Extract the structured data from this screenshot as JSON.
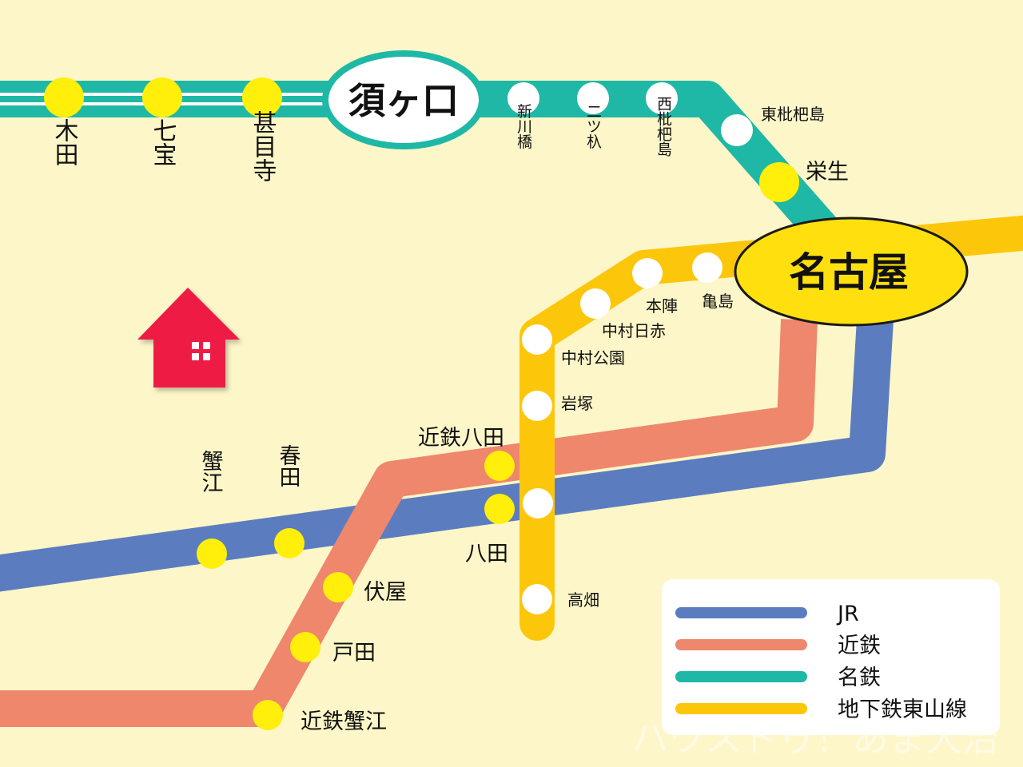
{
  "colors": {
    "background": "#fdf6c8",
    "jr": "#5b7dc0",
    "kintetsu": "#ee876c",
    "meitetsu": "#1fb8a6",
    "higashiyama": "#fcc70b",
    "station_transfer": "#ffef0a",
    "station_plain": "#ffffff",
    "house": "#ee1f44"
  },
  "hubs": {
    "sukaguchi": "須ヶ口",
    "nagoya": "名古屋"
  },
  "stations": {
    "meitetsu": {
      "kida": "木田",
      "jimokuji": "甚目寺",
      "shichiho": "七宝",
      "shinkawabashi": "新川橋",
      "futatsuiri": "二ツ杁",
      "nishibiwajima": "西枇杷島",
      "higashibiwajima": "東枇杷島",
      "sakou": "栄生"
    },
    "higashiyama": {
      "kamejima": "亀島",
      "honjin": "本陣",
      "nakamura_nisseki": "中村日赤",
      "nakamura_koen": "中村公園",
      "iwatsuka": "岩塚",
      "takabata": "高畑"
    },
    "kintetsu": {
      "kintetsu_hatta": "近鉄八田",
      "fushiya": "伏屋",
      "toda": "戸田",
      "kintetsu_kanie": "近鉄蟹江"
    },
    "jr": {
      "kanie": "蟹江",
      "haruta": "春田",
      "hatta": "八田"
    }
  },
  "legend": [
    {
      "label": "JR",
      "color": "#5b7dc0"
    },
    {
      "label": "近鉄",
      "color": "#ee876c"
    },
    {
      "label": "名鉄",
      "color": "#1fb8a6"
    },
    {
      "label": "地下鉄東山線",
      "color": "#fcc70b"
    }
  ],
  "watermark": "ハウスドゥ！あま大治",
  "icons": {
    "house": "house-icon"
  }
}
